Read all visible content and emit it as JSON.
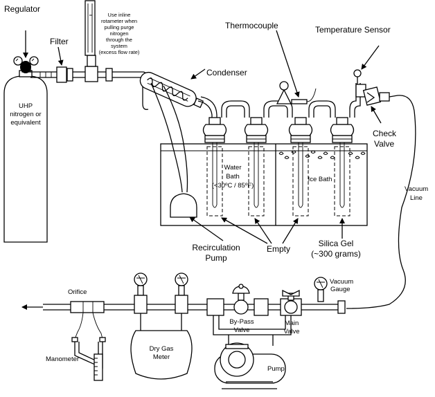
{
  "labels": {
    "regulator": "Regulator",
    "filter": "Filter",
    "cylinder_1": "UHP",
    "cylinder_2": "nitrogen or",
    "cylinder_3": "equivalent",
    "rotameter_note_1": "Use inline",
    "rotameter_note_2": "rotameter when",
    "rotameter_note_3": "pulling purge",
    "rotameter_note_4": "nitrogen",
    "rotameter_note_5": "through the",
    "rotameter_note_6": "system",
    "rotameter_note_7": "(excess flow rate)",
    "thermocouple": "Thermocouple",
    "temperature_sensor": "Temperature Sensor",
    "condenser": "Condenser",
    "check_valve_1": "Check",
    "check_valve_2": "Valve",
    "water_bath_1": "Water",
    "water_bath_2": "Bath",
    "water_bath_3": "(<30ºC / 85ºF)",
    "ice_bath": "Ice Bath",
    "vacuum_line_1": "Vacuum",
    "vacuum_line_2": "Line",
    "recirc_pump_1": "Recirculation",
    "recirc_pump_2": "Pump",
    "empty": "Empty",
    "silica_gel_1": "Silica Gel",
    "silica_gel_2": "(~300 grams)",
    "orifice": "Orifice",
    "vacuum_gauge_1": "Vacuum",
    "vacuum_gauge_2": "Gauge",
    "bypass_valve_1": "By-Pass",
    "bypass_valve_2": "Valve",
    "main_valve_1": "Main",
    "main_valve_2": "Valve",
    "dry_gas_meter_1": "Dry Gas",
    "dry_gas_meter_2": "Meter",
    "manometer": "Manometer",
    "pump": "Pump"
  }
}
